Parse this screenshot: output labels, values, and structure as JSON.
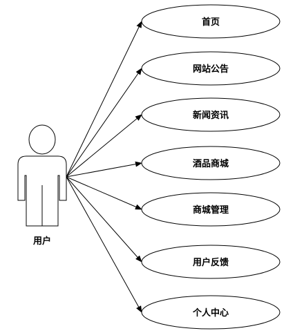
{
  "actor": {
    "label": "用户",
    "icon": "stick-figure-actor-icon"
  },
  "use_cases": [
    {
      "label": "首页"
    },
    {
      "label": "网站公告"
    },
    {
      "label": "新闻资讯"
    },
    {
      "label": "酒品商城"
    },
    {
      "label": "商城管理"
    },
    {
      "label": "用户反馈"
    },
    {
      "label": "个人中心"
    }
  ],
  "colors": {
    "stroke": "#000000",
    "background": "#ffffff"
  }
}
